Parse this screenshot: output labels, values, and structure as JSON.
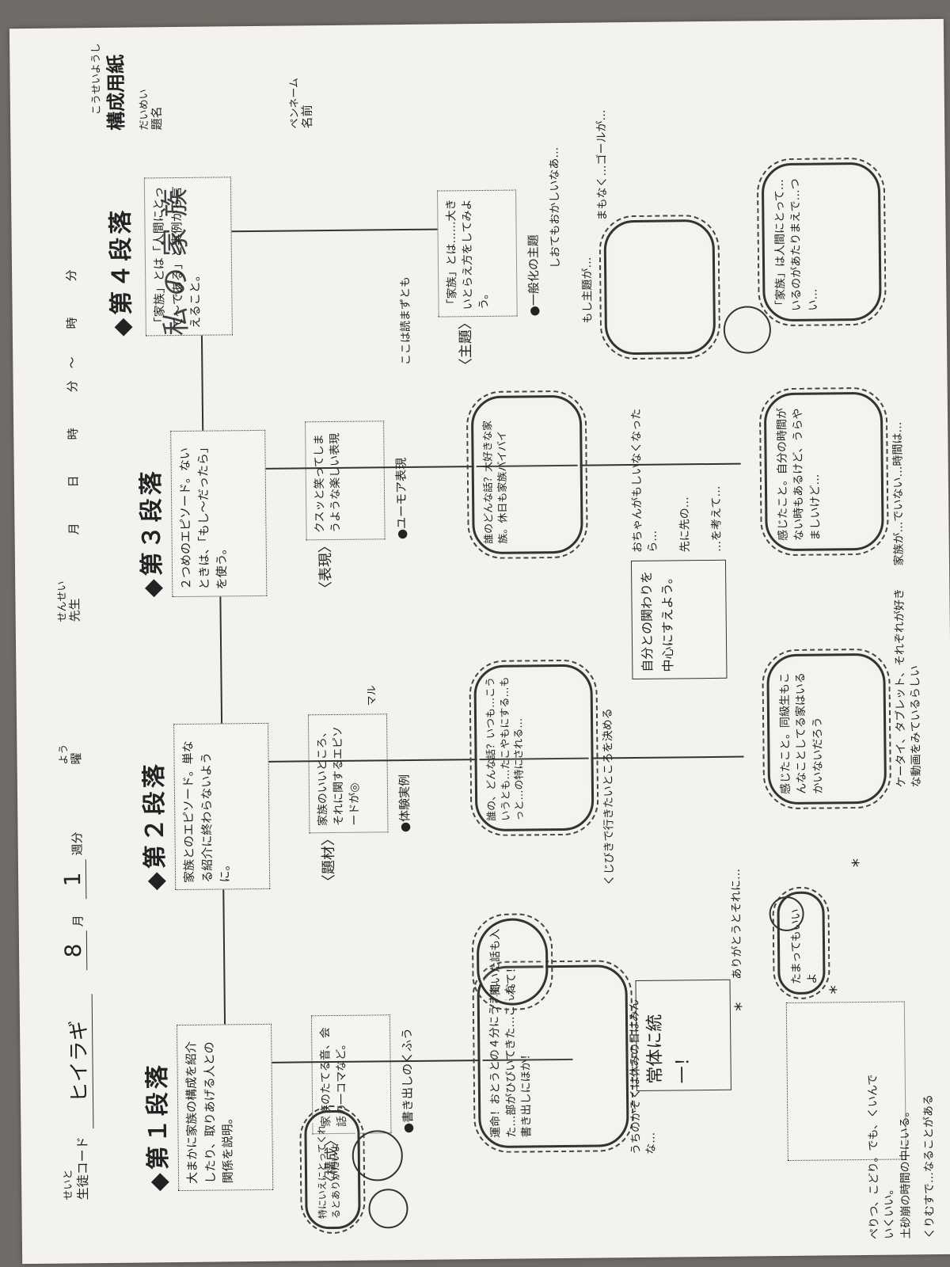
{
  "header": {
    "form_title_ruby": "こうせいようし",
    "form_title": "構成用紙",
    "student_code_ruby": "せいと",
    "student_code_label": "生徒コード",
    "student_code_value": "ヒイラギ",
    "month_value": "8",
    "month_label": "月",
    "day_value": "1",
    "weekday_label": "週分",
    "youbi_ruby": "よう",
    "youbi_label": "曜",
    "sensei_ruby": "せんせい",
    "sensei_label": "先生",
    "date_labels": [
      "月",
      "日",
      "時",
      "分",
      "時",
      "分"
    ],
    "tilde": "～",
    "title_ruby": "だいめい",
    "title_label": "題名",
    "name_ruby": "ペンネーム",
    "name_label": "名前",
    "essay_title": "私の家族"
  },
  "paragraphs": [
    {
      "heading": "◆第１段落",
      "box": "大まかに家族の構成を紹介したり、取りあげる人との関係を説明。"
    },
    {
      "heading": "◆第２段落",
      "box": "家族とのエピソード。単なる紹介に終わらないように。"
    },
    {
      "heading": "◆第３段落",
      "box": "２つめのエピソード。ないときは、「もし～だったら」を使う。"
    },
    {
      "heading": "◆第４段落",
      "box": "「家族」とは「人間にとって～である」と実例から言えること。"
    }
  ],
  "tips": [
    {
      "bracket": "〈構成〉",
      "box": "家族のたてる音、会話の一コマなど。",
      "bullet": "●書き出しのくふう"
    },
    {
      "bracket": "〈題材〉",
      "box": "家族のいいところ、それに関するエピソードが◎",
      "ruby": "マル",
      "bullet": "●体験実例"
    },
    {
      "bracket": "〈表現〉",
      "box": "クスッと笑ってしまうような楽しい表現",
      "bullet": "●ユーモア表現"
    },
    {
      "bracket": "〈主題〉",
      "box": "「家族」とは……大きいとらえ方をしてみよう。",
      "bullet": "●一般化の主題"
    }
  ],
  "middle_boxes": [
    {
      "text": "常体に統一！"
    },
    {
      "text": "自分との関わりを中心にすえよう。"
    }
  ],
  "clouds": [
    {
      "text": "運命！おとうとの４分にうまれた…部がひびいてきた…こんな書き出しにほか！"
    },
    {
      "text": "誰の、どんな話？いつも…こういうとも…たこやもにする…もっと…の特にされる…"
    },
    {
      "text": "誰のどんな話？大好きな家族。休日も家族バイバイ"
    },
    {
      "text": "感じたこと。同級生もこんなことしてる家はいるかいないだろう"
    },
    {
      "text": "感じたこと。自分の時間がない時もあるけど、うらやましいけど…"
    },
    {
      "text": "「家族」は人間にとって…いるのがあたりまえで…つい…"
    }
  ],
  "speech": [
    {
      "text": "特にいえにとってくれるとありがたいよ",
      "who": "bear"
    },
    {
      "text": "聞いた話も入れて！",
      "who": "bear"
    },
    {
      "text": "ありがとうとそれに…",
      "who": "rabbit"
    },
    {
      "text": "たまってもいいよ",
      "who": "rabbit"
    }
  ],
  "handwriting": [
    "ぺりつ、こどり。でも、くいんでいくいい。",
    "土砂崩の時間の中にいる。",
    "くりむすで…なることがある",
    "くじびきで行きたいところを決める",
    "うちのかぞくは休みの日はみんな…",
    "おちゃんがもしいなくなったら…",
    "先に先の…",
    "…を考えて…",
    "家族が…でいない…時間は…",
    "ケータイ、タブレット、それぞれが好きな動画をみているらしい",
    "もし主題が…",
    "しおてもおかしいなあ…",
    "まもなく…ゴールが…",
    "ここは読まずとも"
  ],
  "star_notes": [
    "*",
    "*",
    "*"
  ],
  "colors": {
    "paper": "#f4f2ee",
    "ink": "#2a2a2a",
    "desk": "#6f6b66"
  }
}
